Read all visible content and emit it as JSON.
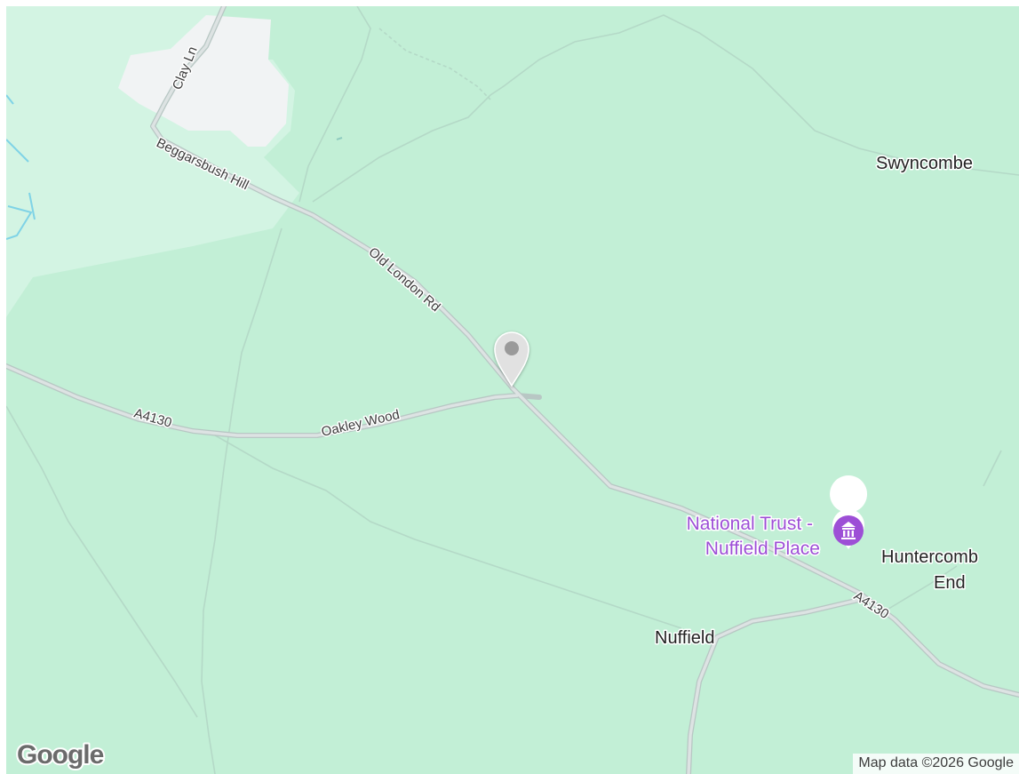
{
  "map": {
    "colors": {
      "woodland": "#c2efd6",
      "open_land": "#d3f4e3",
      "builtup": "#f1f3f4",
      "road_casing": "#b8c7c4",
      "road_fill": "#dde3e3",
      "water": "#7fd3e6",
      "poi_purple": "#9d4fd6",
      "label_dark": "#222222"
    },
    "roads": {
      "clay_ln": "Clay Ln",
      "beggarsbush_hill": "Beggarsbush Hill",
      "old_london_rd": "Old London Rd",
      "a4130_west": "A4130",
      "oakley_wood": "Oakley Wood",
      "a4130_east": "A4130"
    },
    "places": {
      "swyncombe": "Swyncombe",
      "huntercombe_line1": "Huntercomb",
      "huntercombe_line2": "End",
      "nuffield": "Nuffield"
    },
    "poi": {
      "line1": "National Trust -",
      "line2": "Nuffield Place",
      "icon": "landmark-icon"
    },
    "pin": {
      "icon": "location-pin-icon",
      "color": "#e1e1e1"
    },
    "branding": {
      "logo": "Google",
      "attribution": "Map data ©2026 Google"
    }
  }
}
